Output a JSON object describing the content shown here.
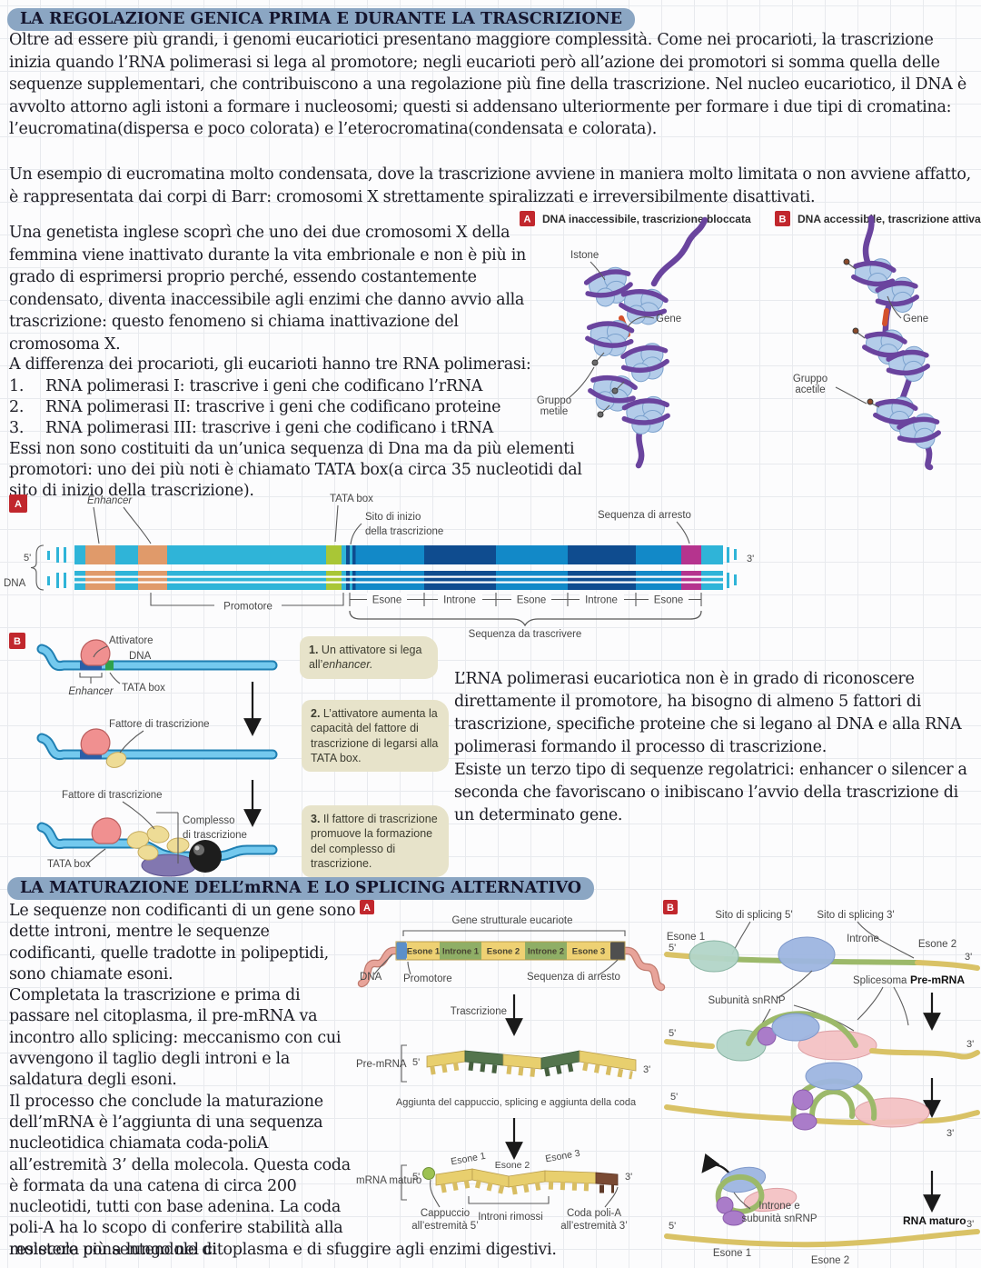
{
  "colors": {
    "highlight": "#8ba6c3",
    "badge_red": "#c1272d",
    "dna_cyan": "#2fb4d8",
    "enhancer_orange": "#e09a6a",
    "tata_green": "#a9c636",
    "exon_blue": "#1289c8",
    "intron_navy": "#0f4c8f",
    "stop_magenta": "#b5348e",
    "callout_beige": "#e7e3ca"
  },
  "section1": {
    "title": "LA REGOLAZIONE GENICA PRIMA E DURANTE LA TRASCRIZIONE",
    "para1": "Oltre ad essere più grandi, i genomi eucariotici presentano maggiore complessità. Come nei procarioti, la trascrizione inizia quando l’RNA polimerasi si lega al promotore; negli eucarioti però all’azione dei promotori si somma quella delle sequenze supplementari, che contribuiscono a una regolazione più fine della trascrizione. Nel nucleo eucariotico, il DNA è avvolto attorno agli istoni a formare i nucleosomi; questi si addensano ulteriormente per formare i due tipi di cromatina: l’eucromatina(dispersa e poco colorata) e l’eterocromatina(condensata e colorata).",
    "para2": "Un esempio di eucromatina molto condensata, dove la trascrizione avviene in maniera molto limitata o non avviene affatto, è rappresentata dai corpi di Barr: cromosomi X strettamente spiralizzati e irreversibilmente disattivati.",
    "para3": "Una genetista inglese scoprì che uno dei due cromosomi X della femmina viene inattivato durante la vita embrionale e non è più in grado di esprimersi proprio perché, essendo costantemente condensato, diventa inaccessibile agli enzimi che danno avvio alla trascrizione: questo fenomeno si chiama inattivazione del cromosoma X.",
    "para4": "A differenza dei procarioti, gli eucarioti hanno tre RNA polimerasi:",
    "list": [
      {
        "num": "1.",
        "text": "RNA polimerasi I: trascrive i geni che codificano l’rRNA"
      },
      {
        "num": "2.",
        "text": "RNA polimerasi II: trascrive i geni che codificano proteine"
      },
      {
        "num": "3.",
        "text": "RNA polimerasi III: trascrive i geni che codificano i tRNA"
      }
    ],
    "para5": "Essi non sono costituiti da un’unica sequenza di Dna ma da più elementi promotori: uno dei più noti è chiamato TATA box(a circa 35 nucleotidi dal sito di inizio della trascrizione).",
    "para6": "L’RNA polimerasi eucariotica non è in grado di riconoscere direttamente il promotore, ha bisogno di almeno 5 fattori di trascrizione, specifiche proteine che si legano al DNA e alla RNA polimerasi formando il processo di trascrizione.\nEsiste un terzo tipo di sequenze regolatrici: enhancer o silencer a seconda che favoriscano o inibiscano l’avvio della trascrizione di un determinato gene."
  },
  "fig_nuc": {
    "badge_a": "A",
    "title_a": "DNA inaccessibile, trascrizione bloccata",
    "badge_b": "B",
    "title_b": "DNA accessibile, trascrizione attiva",
    "istone": "Istone",
    "gene": "Gene",
    "gruppo": "Gruppo",
    "metile": "metile",
    "acetile": "acetile"
  },
  "fig_dna": {
    "badge": "A",
    "enhancer": "Enhancer",
    "tata": "TATA box",
    "sito1": "Sito di inizio",
    "sito2": "della trascrizione",
    "arresto": "Sequenza di arresto",
    "p5": "5'",
    "p3": "3'",
    "dna": "DNA",
    "promotore": "Promotore",
    "ruler": [
      "Esone",
      "Introne",
      "Esone",
      "Introne",
      "Esone"
    ],
    "seq": "Sequenza da trascrivere"
  },
  "fig_att": {
    "badge": "B",
    "attivatore": "Attivatore",
    "dna": "DNA",
    "tata": "TATA box",
    "enhancer": "Enhancer",
    "fattore": "Fattore di trascrizione",
    "complesso1": "Complesso",
    "complesso2": "di trascrizione",
    "callouts": [
      {
        "num": "1.",
        "pre": "Un attivatore si lega all’",
        "italic": "enhancer."
      },
      {
        "num": "2.",
        "text": "L’attivatore aumenta la capacità del fattore di trascrizione di legarsi alla TATA box."
      },
      {
        "num": "3.",
        "text": "Il fattore di trascrizione promuove la formazione del complesso di trascrizione."
      }
    ]
  },
  "section2": {
    "title": "LA MATURAZIONE DELL’mRNA E LO SPLICING ALTERNATIVO",
    "body": "Le sequenze non codificanti di un gene sono dette introni, mentre le sequenze codificanti, quelle tradotte in polipeptidi, sono chiamate esoni.\nCompletata la trascrizione e prima di passare nel citoplasma, il pre-mRNA va incontro allo splicing: meccanismo con cui avvengono il taglio degli introni e la saldatura degli esoni.\nIl processo che conclude la maturazione dell’mRNA è l’aggiunta di una sequenza nucleotidica chiamata coda-poliA all’estremità 3’ della molecola. Questa coda è formata da una catena di circa 200 nucleotidi, tutti con base adenina. La coda poli-A ha lo scopo di conferire stabilità alla molecola consentendole di",
    "last_line": "resistere più a lungo nel citoplasma e di sfuggire agli enzimi digestivi."
  },
  "fig_gene": {
    "badge": "A",
    "title": "Gene strutturale eucariote",
    "segments": [
      "Esone 1",
      "Introne 1",
      "Esone 2",
      "Introne 2",
      "Esone 3"
    ],
    "dna": "DNA",
    "promotore": "Promotore",
    "arresto": "Sequenza di arresto",
    "trascrizione": "Trascrizione",
    "premrna": "Pre-mRNA",
    "caption": "Aggiunta del cappuccio, splicing e aggiunta della coda",
    "mrna": "mRNA maturo",
    "esoni": [
      "Esone 1",
      "Esone 2",
      "Esone 3"
    ],
    "cap1": "Cappuccio",
    "cap2": "all’estremità 5’",
    "introni": "Introni rimossi",
    "coda1": "Coda poli-A",
    "coda2": "all’estremità 3’",
    "p5": "5'",
    "p3": "3'"
  },
  "fig_spl": {
    "badge": "B",
    "sito5": "Sito di splicing 5'",
    "sito3": "Sito di splicing 3'",
    "esone1": "Esone 1",
    "introne": "Introne",
    "esone2": "Esone 2",
    "premrna": "Pre-mRNA",
    "splicesoma": "Splicesoma",
    "subunita": "Subunità snRNP",
    "intr1": "Introne e",
    "intr2": "subunità snRNP",
    "rnamaturo": "RNA maturo",
    "esone1b": "Esone 1",
    "esone2b": "Esone 2",
    "p5": "5'",
    "p3": "3'"
  }
}
